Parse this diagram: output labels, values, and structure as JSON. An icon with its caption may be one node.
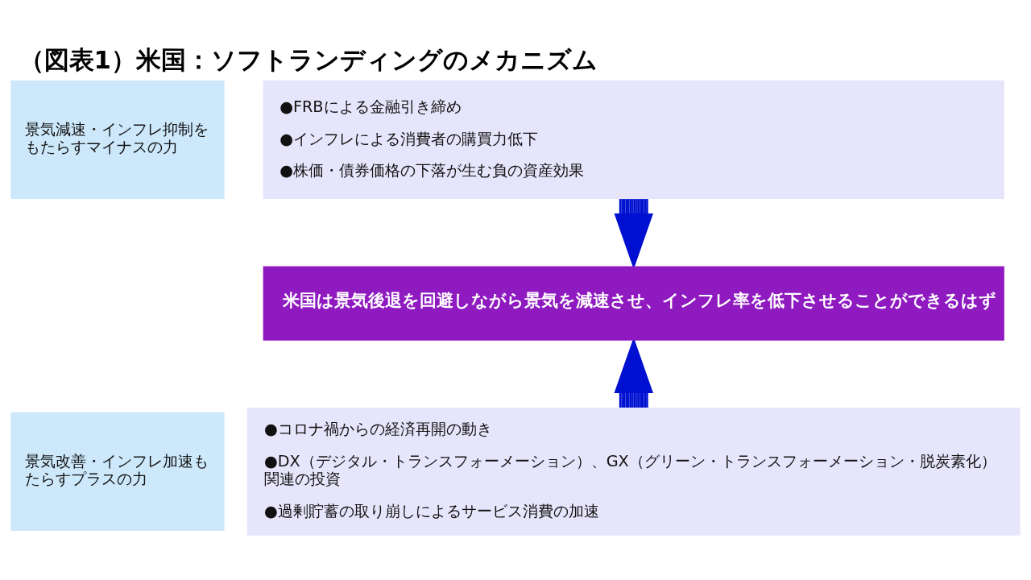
{
  "diagram": {
    "title": "（図表1）米国：ソフトランディングのメカニズム",
    "nodes": [
      {
        "text": [
          "景気減速・インフレ抑制をもたらすマイナスの力"
        ]
      },
      {
        "text": [
          "●FRBによる金融引き締め",
          "●インフレによる消費者の購買力低下",
          "●株価・債券価格の下落が生む負の資産効果"
        ]
      },
      {
        "text": [
          "米国は景気後退を回避しながら景気を減速させ、インフレ率を低下させることができるはず"
        ]
      },
      {
        "text": [
          "景気改善・インフレ加速もたらすプラスの力"
        ]
      },
      {
        "text": [
          "●コロナ禍からの経済再開の動き",
          "●DX（デジタル・トランスフォーメーション）、GX（グリーン・トランスフォーメーション・脱炭素化）関連の投資",
          "●過剰貯蓄の取り崩しによるサービス消費の加速"
        ]
      }
    ],
    "edges": [
      {
        "from": 1,
        "to": 2,
        "arrow": "to"
      },
      {
        "from": 4,
        "to": 2,
        "arrow": "to"
      }
    ]
  }
}
